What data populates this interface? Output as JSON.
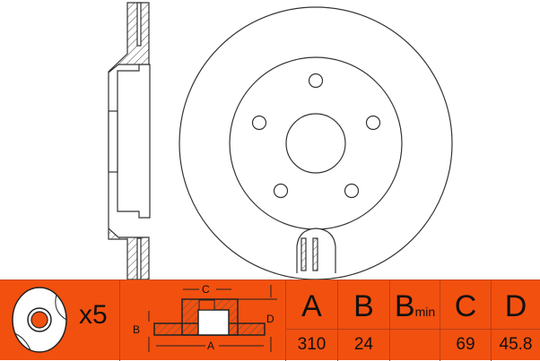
{
  "part_drawing": {
    "view_side": "disc-cross-section",
    "view_front": "disc-front-view"
  },
  "quantity_label": "x5",
  "hole_count": 5,
  "diagram_labels": {
    "A": "A",
    "B": "B",
    "C": "C",
    "D": "D"
  },
  "spec_table": {
    "columns": [
      {
        "header": "A",
        "value": "310"
      },
      {
        "header": "B",
        "value": "24"
      },
      {
        "header": "B",
        "header_sub": "min",
        "value": ""
      },
      {
        "header": "C",
        "value": "69"
      },
      {
        "header": "D",
        "value": "45.8"
      }
    ]
  },
  "colors": {
    "band": "#f2500f",
    "line": "#333333"
  }
}
